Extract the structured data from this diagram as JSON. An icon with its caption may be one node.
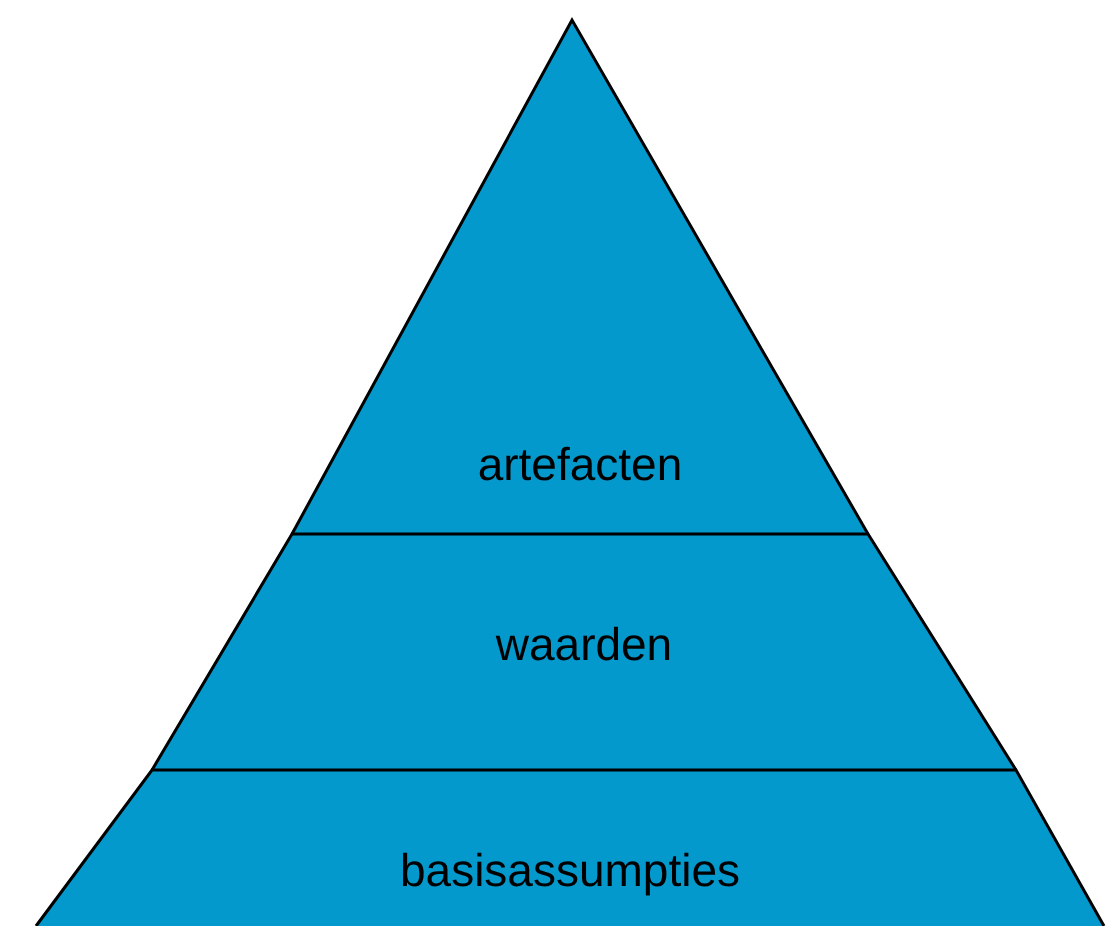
{
  "diagram": {
    "nodes": [
      {
        "text": [
          "artefacten"
        ]
      },
      {
        "text": [
          "waarden"
        ]
      },
      {
        "text": [
          "basisassumpties"
        ]
      }
    ]
  }
}
